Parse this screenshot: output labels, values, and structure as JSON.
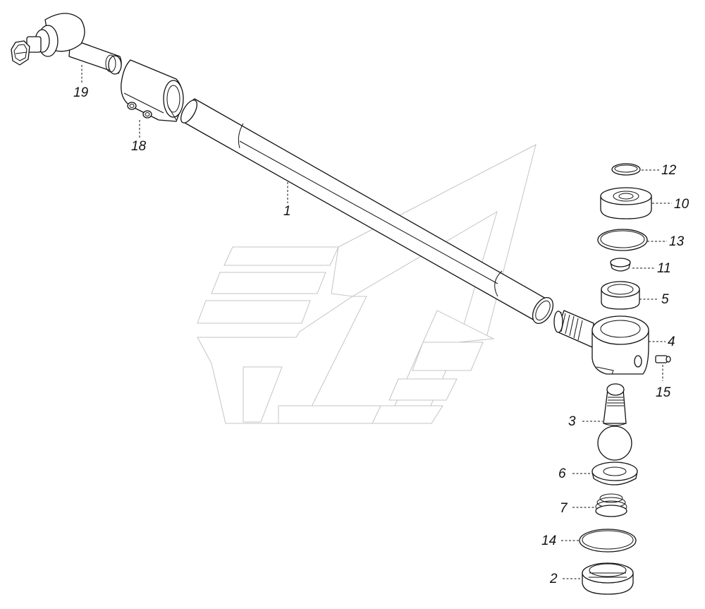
{
  "diagram": {
    "callouts": [
      {
        "id": "c1",
        "label": "1"
      },
      {
        "id": "c2",
        "label": "2"
      },
      {
        "id": "c3",
        "label": "3"
      },
      {
        "id": "c4",
        "label": "4"
      },
      {
        "id": "c5",
        "label": "5"
      },
      {
        "id": "c6",
        "label": "6"
      },
      {
        "id": "c7",
        "label": "7"
      },
      {
        "id": "c10",
        "label": "10"
      },
      {
        "id": "c11",
        "label": "11"
      },
      {
        "id": "c12",
        "label": "12"
      },
      {
        "id": "c13",
        "label": "13"
      },
      {
        "id": "c14",
        "label": "14"
      },
      {
        "id": "c15",
        "label": "15"
      },
      {
        "id": "c18",
        "label": "18"
      },
      {
        "id": "c19",
        "label": "19"
      }
    ]
  }
}
